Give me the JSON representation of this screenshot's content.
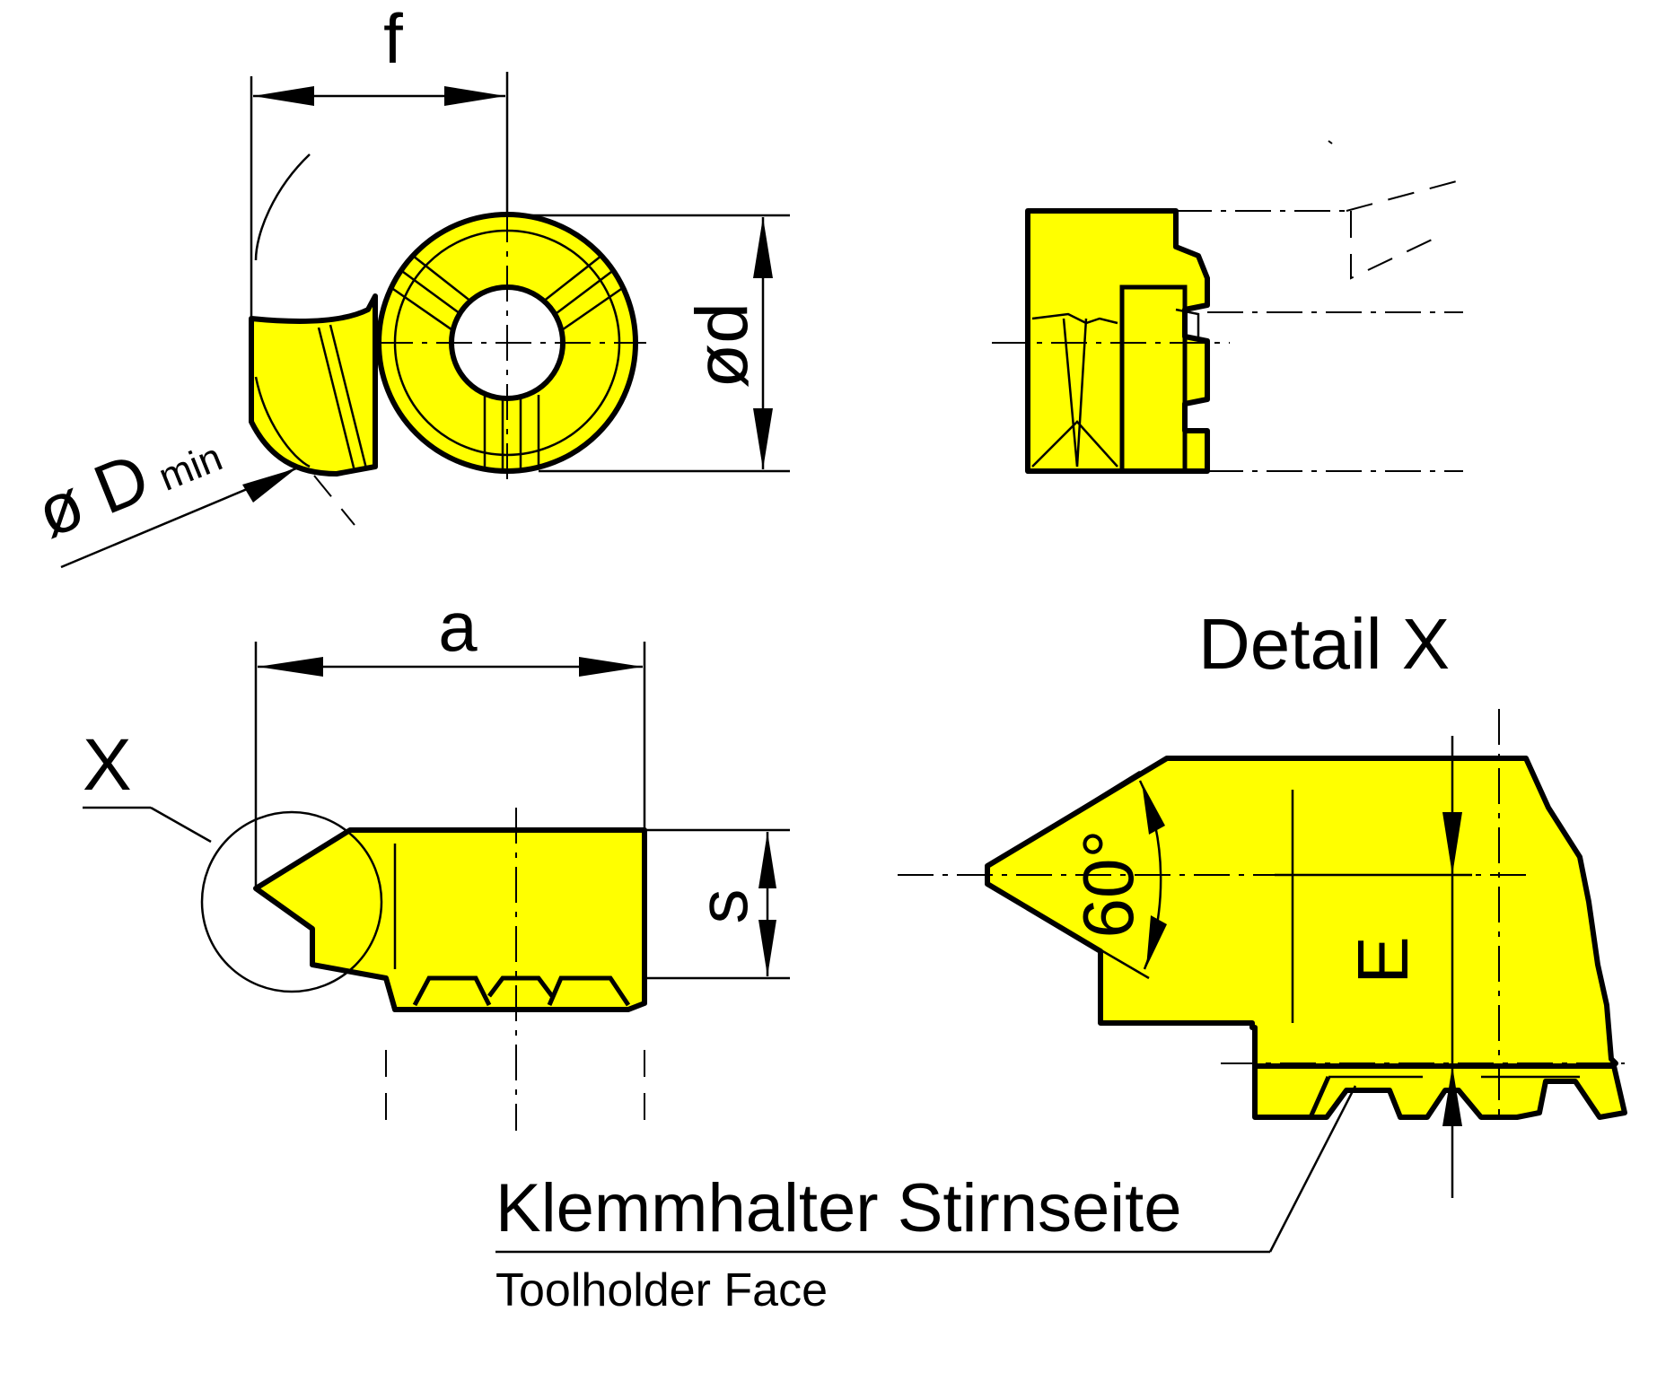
{
  "colors": {
    "insert_fill": "#ffff00",
    "line": "#000000",
    "background": "#ffffff"
  },
  "labels": {
    "dim_f": "f",
    "dim_d": "ød",
    "dim_D": "ø D",
    "dim_D_sub": "min",
    "dim_a": "a",
    "dim_s": "s",
    "mark_x": "X",
    "detail_title": "Detail X",
    "angle": "60°",
    "dim_E": "E",
    "note_de": "Klemmhalter Stirnseite",
    "note_en": "Toolholder Face"
  }
}
